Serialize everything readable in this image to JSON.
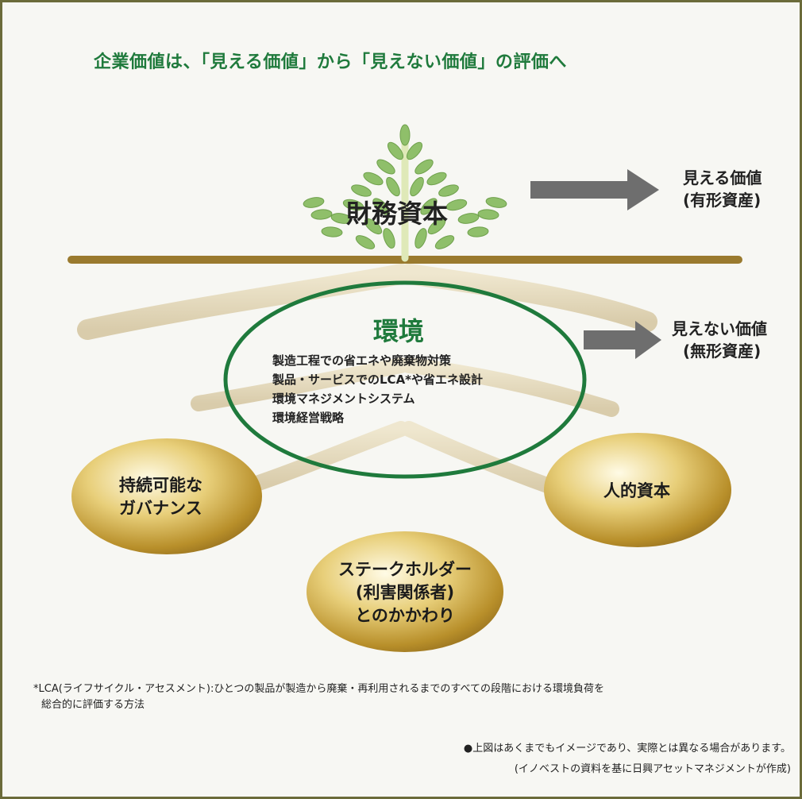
{
  "title": "企業価値は、「見える価値」から「見えない価値」の評価へ",
  "tree": {
    "top_label": "財務資本",
    "visible_value": {
      "line1": "見える価値",
      "line2": "(有形資産)"
    },
    "invisible_value": {
      "line1": "見えない価値",
      "line2": "(無形資産)"
    }
  },
  "environment": {
    "title": "環境",
    "items": [
      "製造工程での省エネや廃棄物対策",
      "製品・サービスでのLCA*や省エネ設計",
      "環境マネジメントシステム",
      "環境経営戦略"
    ]
  },
  "roots": {
    "left": {
      "line1": "持続可能な",
      "line2": "ガバナンス"
    },
    "right": {
      "line1": "人的資本"
    },
    "bottom": {
      "line1": "ステークホルダー",
      "line2": "(利害関係者)",
      "line3": "とのかかわり"
    }
  },
  "footnote": {
    "line1": "*LCA(ライフサイクル・アセスメント):ひとつの製品が製造から廃棄・再利用されるまでのすべての段階における環境負荷を",
    "line2": "総合的に評価する方法"
  },
  "disclaimer": {
    "line1": "●上図はあくまでもイメージであり、実際とは異なる場合があります。",
    "line2": "(イノベストの資料を基に日興アセットマネジメントが作成)"
  },
  "colors": {
    "green": "#1f7a3c",
    "ground": "#9a7a2e",
    "roots": "#e6dcc0",
    "gold": "#c9a53a",
    "arrow": "#6e6e6e"
  }
}
